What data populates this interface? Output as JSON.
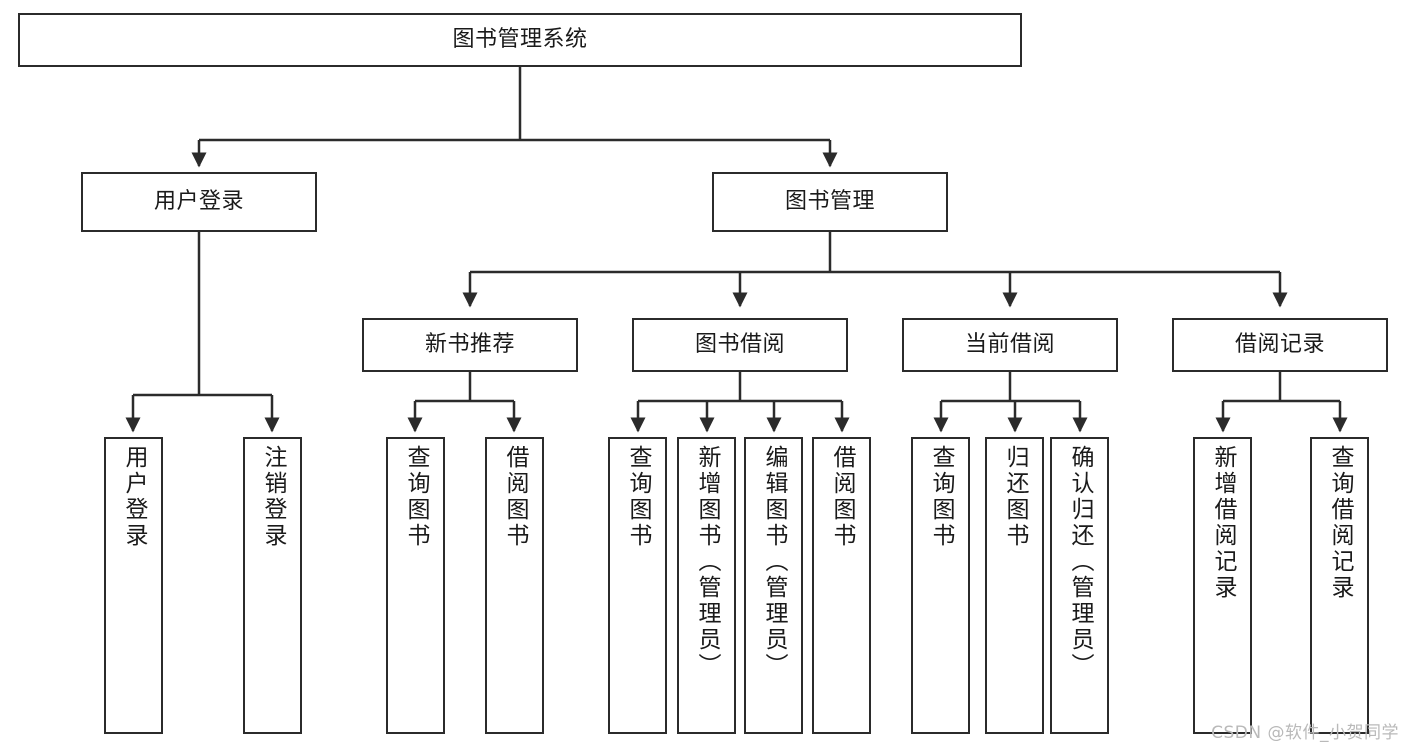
{
  "diagram": {
    "title": "图书管理系统",
    "watermark": "CSDN @软件_小贺同学",
    "line_color": "#2b2b2b",
    "box_fill": "#ffffff",
    "text_color": "#1a1a1a",
    "watermark_color": "#b9b9b9"
  },
  "nodes": {
    "root": {
      "label": "图书管理系统"
    },
    "level2": [
      {
        "label": "用户登录"
      },
      {
        "label": "图书管理"
      }
    ],
    "level3": [
      {
        "label": "新书推荐"
      },
      {
        "label": "图书借阅"
      },
      {
        "label": "当前借阅"
      },
      {
        "label": "借阅记录"
      }
    ],
    "leaves": {
      "user_login": [
        {
          "label": "用户登录"
        },
        {
          "label": "注销登录"
        }
      ],
      "new_book_recommend": [
        {
          "label": "查询图书"
        },
        {
          "label": "借阅图书"
        }
      ],
      "book_borrow": [
        {
          "label": "查询图书"
        },
        {
          "label": "新增图书（管理员）"
        },
        {
          "label": "编辑图书（管理员）"
        },
        {
          "label": "借阅图书"
        }
      ],
      "current_borrow": [
        {
          "label": "查询图书"
        },
        {
          "label": "归还图书"
        },
        {
          "label": "确认归还（管理员）"
        }
      ],
      "borrow_record": [
        {
          "label": "新增借阅记录"
        },
        {
          "label": "查询借阅记录"
        }
      ]
    }
  }
}
